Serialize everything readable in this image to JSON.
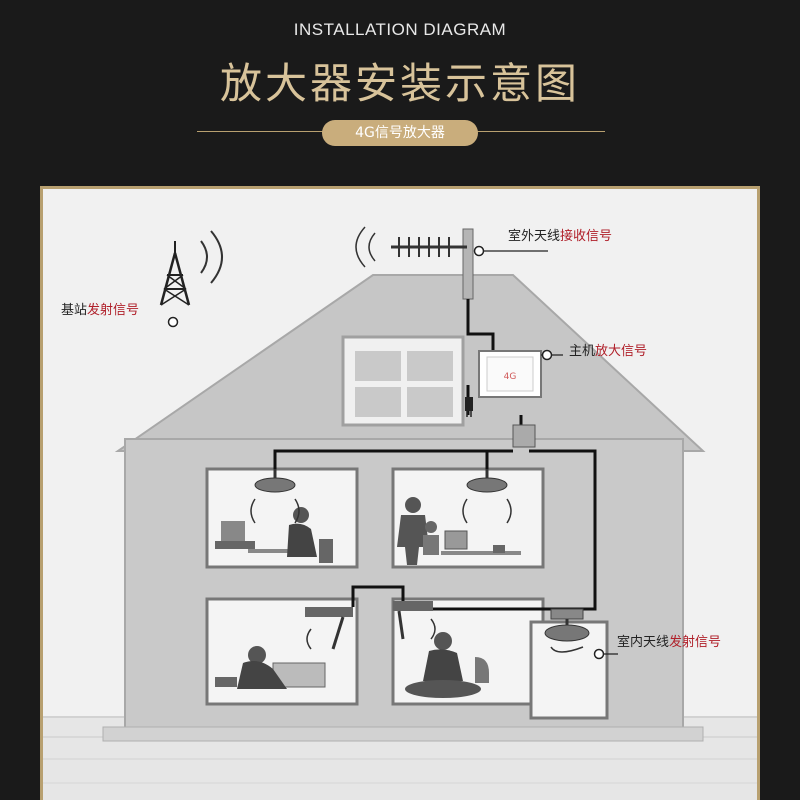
{
  "header": {
    "subtitle": "INSTALLATION DIAGRAM",
    "title": "放大器安装示意图",
    "badge": "4G信号放大器"
  },
  "labels": {
    "outdoor_antenna": {
      "plain": "室外天线",
      "highlight": "接收信号"
    },
    "base_station": {
      "plain": "基站",
      "highlight": "发射信号"
    },
    "host_unit": {
      "plain": "主机",
      "highlight": "放大信号"
    },
    "indoor_antenna": {
      "plain": "室内天线",
      "highlight": "发射信号"
    }
  },
  "device": {
    "logo_text": "4G"
  },
  "colors": {
    "background": "#1a1a1a",
    "gold": "#d8c39a",
    "gold_line": "#b8a070",
    "badge": "#c9ad7c",
    "highlight_red": "#b0202a",
    "house_gray": "#c8c8c8"
  }
}
